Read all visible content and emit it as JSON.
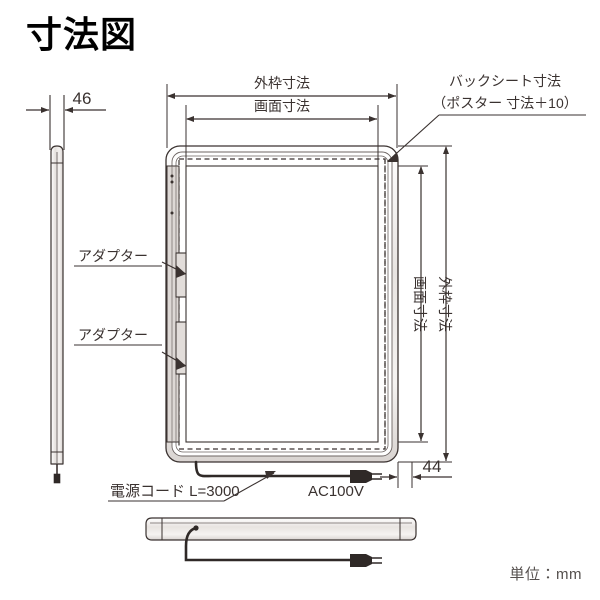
{
  "title": "寸法図",
  "unit_note": "単位：mm",
  "colors": {
    "line": "#3a3230",
    "line_light": "#6d6563",
    "fill_metal": "#e9e6e3",
    "title": "#000000",
    "note": "#55504e",
    "background": "#ffffff"
  },
  "dimensions": {
    "side_thickness": "46",
    "frame_depth_bottom": "44",
    "outer_frame_top": "外枠寸法",
    "screen_top": "画面寸法",
    "outer_frame_right": "外枠寸法",
    "screen_right": "画面寸法"
  },
  "annotations": {
    "backsheet_line1": "バックシート寸法",
    "backsheet_line2": "（ポスター 寸法＋10）",
    "adapter_upper": "アダプター",
    "adapter_lower": "アダプター",
    "power_cord": "電源コード L=3000",
    "voltage": "AC100V"
  },
  "views": {
    "left_side_view": "side-profile-view",
    "front_view": "front-frame-view",
    "bottom_section_view": "bottom-section-view"
  }
}
